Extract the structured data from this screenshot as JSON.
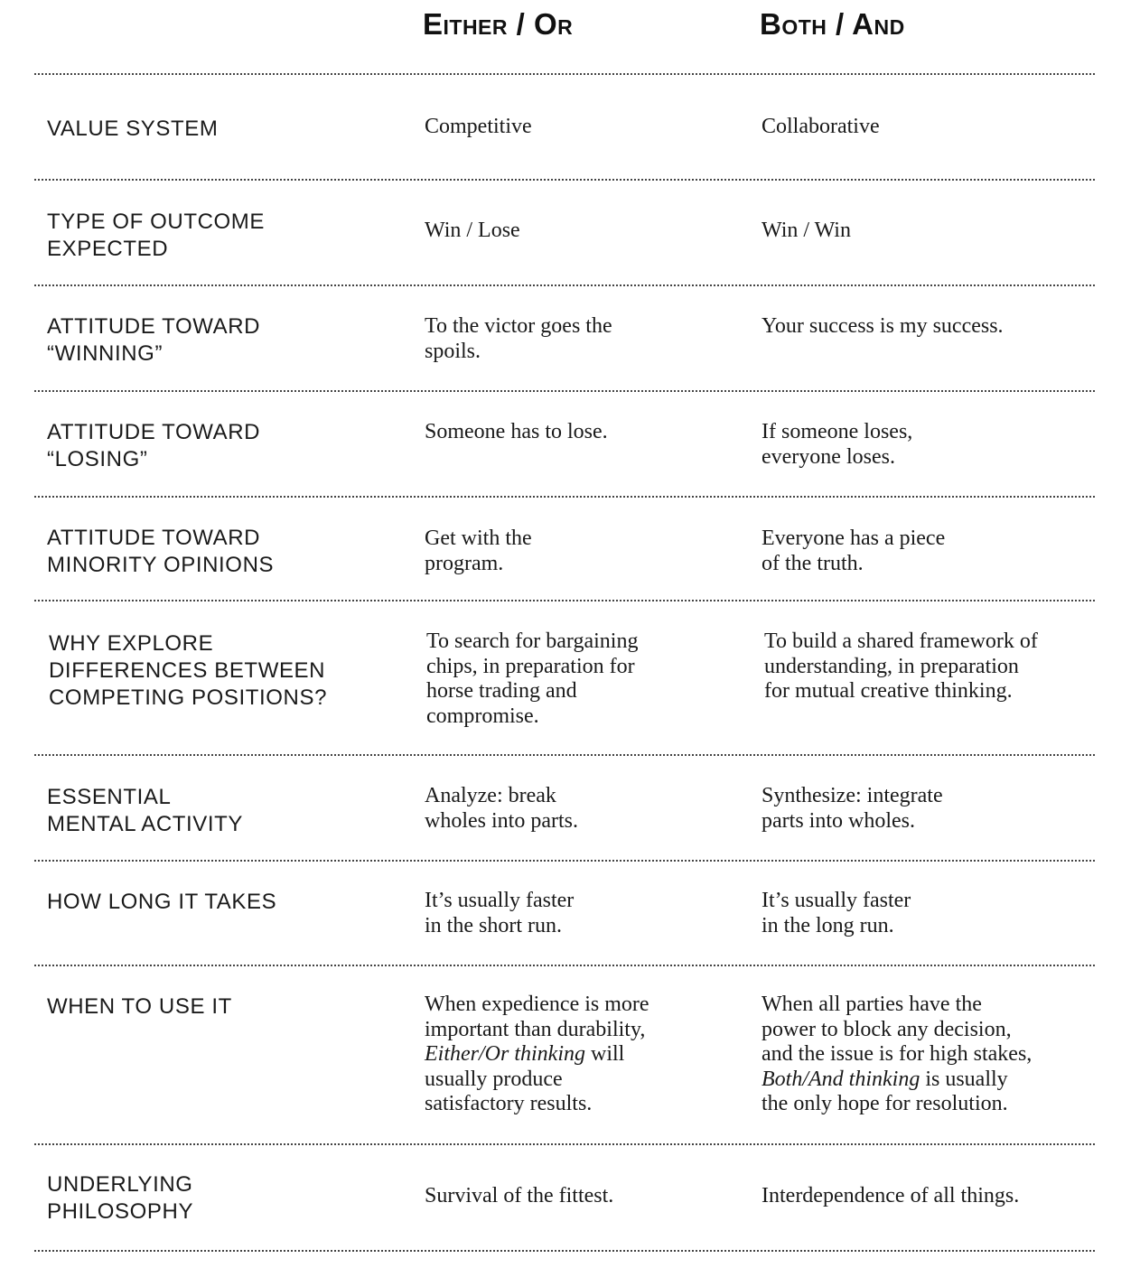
{
  "headers": {
    "either_or": "Either / Or",
    "both_and": "Both / And"
  },
  "rows": [
    {
      "label": "VALUE SYSTEM",
      "either_or": "Competitive",
      "both_and": "Collaborative"
    },
    {
      "label": "TYPE OF OUTCOME\nEXPECTED",
      "either_or": "Win / Lose",
      "both_and": "Win / Win"
    },
    {
      "label": "ATTITUDE TOWARD\n“WINNING”",
      "either_or": "To the victor goes the\nspoils.",
      "both_and": "Your success is my success."
    },
    {
      "label": "ATTITUDE TOWARD\n“LOSING”",
      "either_or": "Someone has to lose.",
      "both_and": "If someone loses,\neveryone loses."
    },
    {
      "label": "ATTITUDE TOWARD\nMINORITY OPINIONS",
      "either_or": "Get with the\nprogram.",
      "both_and": "Everyone has a piece\nof the truth."
    },
    {
      "label": "WHY EXPLORE\nDIFFERENCES BETWEEN\nCOMPETING POSITIONS?",
      "either_or": "To search for bargaining\nchips, in preparation for\nhorse trading and\ncompromise.",
      "both_and": "To build a shared framework of\nunderstanding, in preparation\nfor mutual creative thinking."
    },
    {
      "label": "ESSENTIAL\nMENTAL ACTIVITY",
      "either_or": "Analyze:  break\nwholes into parts.",
      "both_and": "Synthesize:  integrate\nparts into wholes."
    },
    {
      "label": "HOW LONG IT TAKES",
      "either_or": "It’s usually faster\nin the short run.",
      "both_and": "It’s usually faster\nin the long run."
    },
    {
      "label": "WHEN TO USE IT",
      "either_or_lines": [
        "When expedience is more",
        "important than durability,",
        "",
        "usually produce",
        "satisfactory results."
      ],
      "either_or_emph": "Either/Or thinking",
      "either_or_emph_tail": " will",
      "both_and_lines": [
        "When all parties have the",
        "power to block any decision,",
        "and the issue is for high stakes,",
        "",
        "the only hope for resolution."
      ],
      "both_and_emph": "Both/And thinking",
      "both_and_emph_tail": " is usually"
    },
    {
      "label": "UNDERLYING\nPHILOSOPHY",
      "either_or": "Survival of the fittest.",
      "both_and": "Interdependence of all things."
    }
  ]
}
